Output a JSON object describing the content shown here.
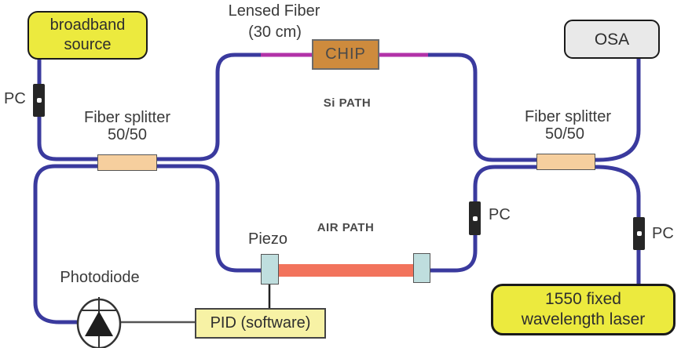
{
  "nodes": {
    "broadband_source": {
      "label_line1": "broadband",
      "label_line2": "source"
    },
    "osa": {
      "label": "OSA"
    },
    "laser": {
      "label_line1": "1550 fixed",
      "label_line2": "wavelength laser"
    },
    "pid": {
      "label": "PID (software)"
    },
    "chip": {
      "label": "CHIP"
    }
  },
  "labels": {
    "lensed_fiber_line1": "Lensed Fiber",
    "lensed_fiber_line2": "(30 cm)",
    "si_path": "Si PATH",
    "air_path": "AIR PATH",
    "splitter_left_line1": "Fiber splitter",
    "splitter_left_line2": "50/50",
    "splitter_right_line1": "Fiber splitter",
    "splitter_right_line2": "50/50",
    "piezo": "Piezo",
    "photodiode": "Photodiode",
    "pc_left": "PC",
    "pc_mid": "PC",
    "pc_right": "PC"
  },
  "colors": {
    "fiber": "#3A3A9E",
    "lensed_fiber": "#B232A8",
    "source_box": "#ECEA3E",
    "pid_box": "#F7F2A5",
    "osa_box": "#E9E9E9",
    "splitter": "#F6CF9E",
    "chip": "#CE8B3D",
    "collimator": "#BFDEDE",
    "beam": "#F2735C",
    "pc": "#262626"
  }
}
